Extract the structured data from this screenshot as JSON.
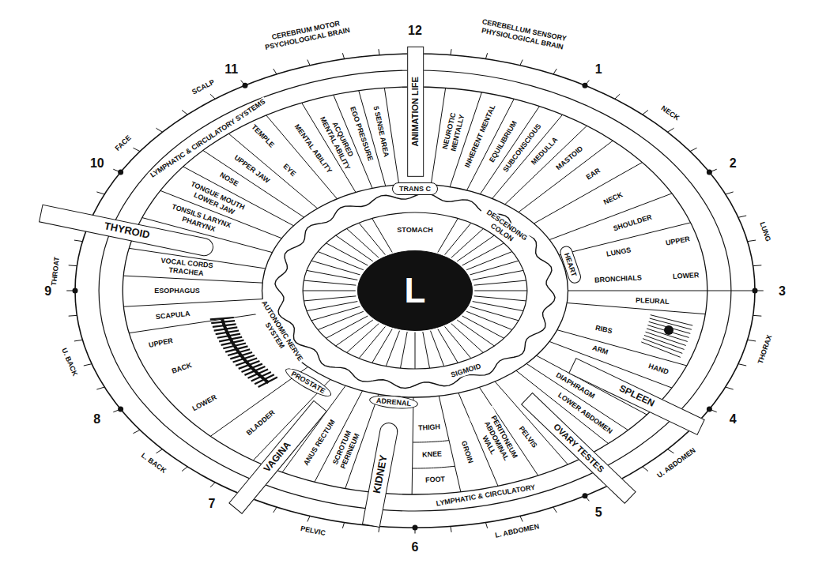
{
  "diagram": {
    "nodes": [
      {
        "text": [
          "L"
        ]
      },
      {
        "text": [
          "ANIMATION LIFE"
        ]
      },
      {
        "text": [
          "TRANS C"
        ]
      },
      {
        "text": [
          "HEART"
        ]
      },
      {
        "text": [
          "SPLEEN"
        ]
      },
      {
        "text": [
          "OVARY TESTES"
        ]
      },
      {
        "text": [
          "ADRENAL"
        ]
      },
      {
        "text": [
          "KIDNEY"
        ]
      },
      {
        "text": [
          "VAGINA"
        ]
      },
      {
        "text": [
          "PROSTATE"
        ]
      },
      {
        "text": [
          "THYROID"
        ]
      }
    ],
    "labels": [
      "CEREBRUM MOTOR PSYCHOLOGICAL BRAIN",
      "CEREBELLUM SENSORY PHYSIOLOGICAL BRAIN",
      "12",
      "1",
      "2",
      "3",
      "4",
      "5",
      "6",
      "7",
      "8",
      "9",
      "10",
      "11",
      "NECK",
      "LUNG",
      "THORAX",
      "U. ABDOMEN",
      "L. ABDOMEN",
      "PELVIC",
      "L. BACK",
      "U. BACK",
      "THROAT",
      "FACE",
      "SCALP",
      "NEUROTIC MENTALLY",
      "INHERENT MENTAL",
      "EQUILIBRIUM",
      "SUBCONSCIOUS",
      "MEDULLA",
      "MASTOID",
      "EAR",
      "NECK",
      "SHOULDER",
      "UPPER",
      "LOWER",
      "LUNGS",
      "BRONCHIALS",
      "PLEURAL",
      "RIBS",
      "ARM",
      "HAND",
      "DIAPHRAGM",
      "LOWER ABDOMEN",
      "PELVIS",
      "PERITONEUM ABDOMINAL WALL",
      "GROIN",
      "THIGH",
      "KNEE",
      "FOOT",
      "SCROTUM PERINEUM",
      "ANUS RECTUM",
      "BLADDER",
      "LOWER",
      "BACK",
      "UPPER",
      "SCAPULA",
      "ESOPHAGUS",
      "VOCAL CORDS TRACHEA",
      "TONSILS LARYNX PHARYNX",
      "TONGUE MOUTH LOWER JAW",
      "NOSE",
      "UPPER JAW",
      "EYE",
      "TEMPLE",
      "MENTAL ABILITY",
      "ACQUIRED MENTAL ABILITY",
      "EGO PRESSURE",
      "5 SENSE AREA",
      "LYMPHATIC & CIRCULATORY SYSTEMS",
      "LYMPHATIC & CIRCULATORY",
      "STOMACH",
      "DESCENDING COLON",
      "SIGMOID",
      "AUTONOMIC NERVE SYSTEM"
    ]
  }
}
